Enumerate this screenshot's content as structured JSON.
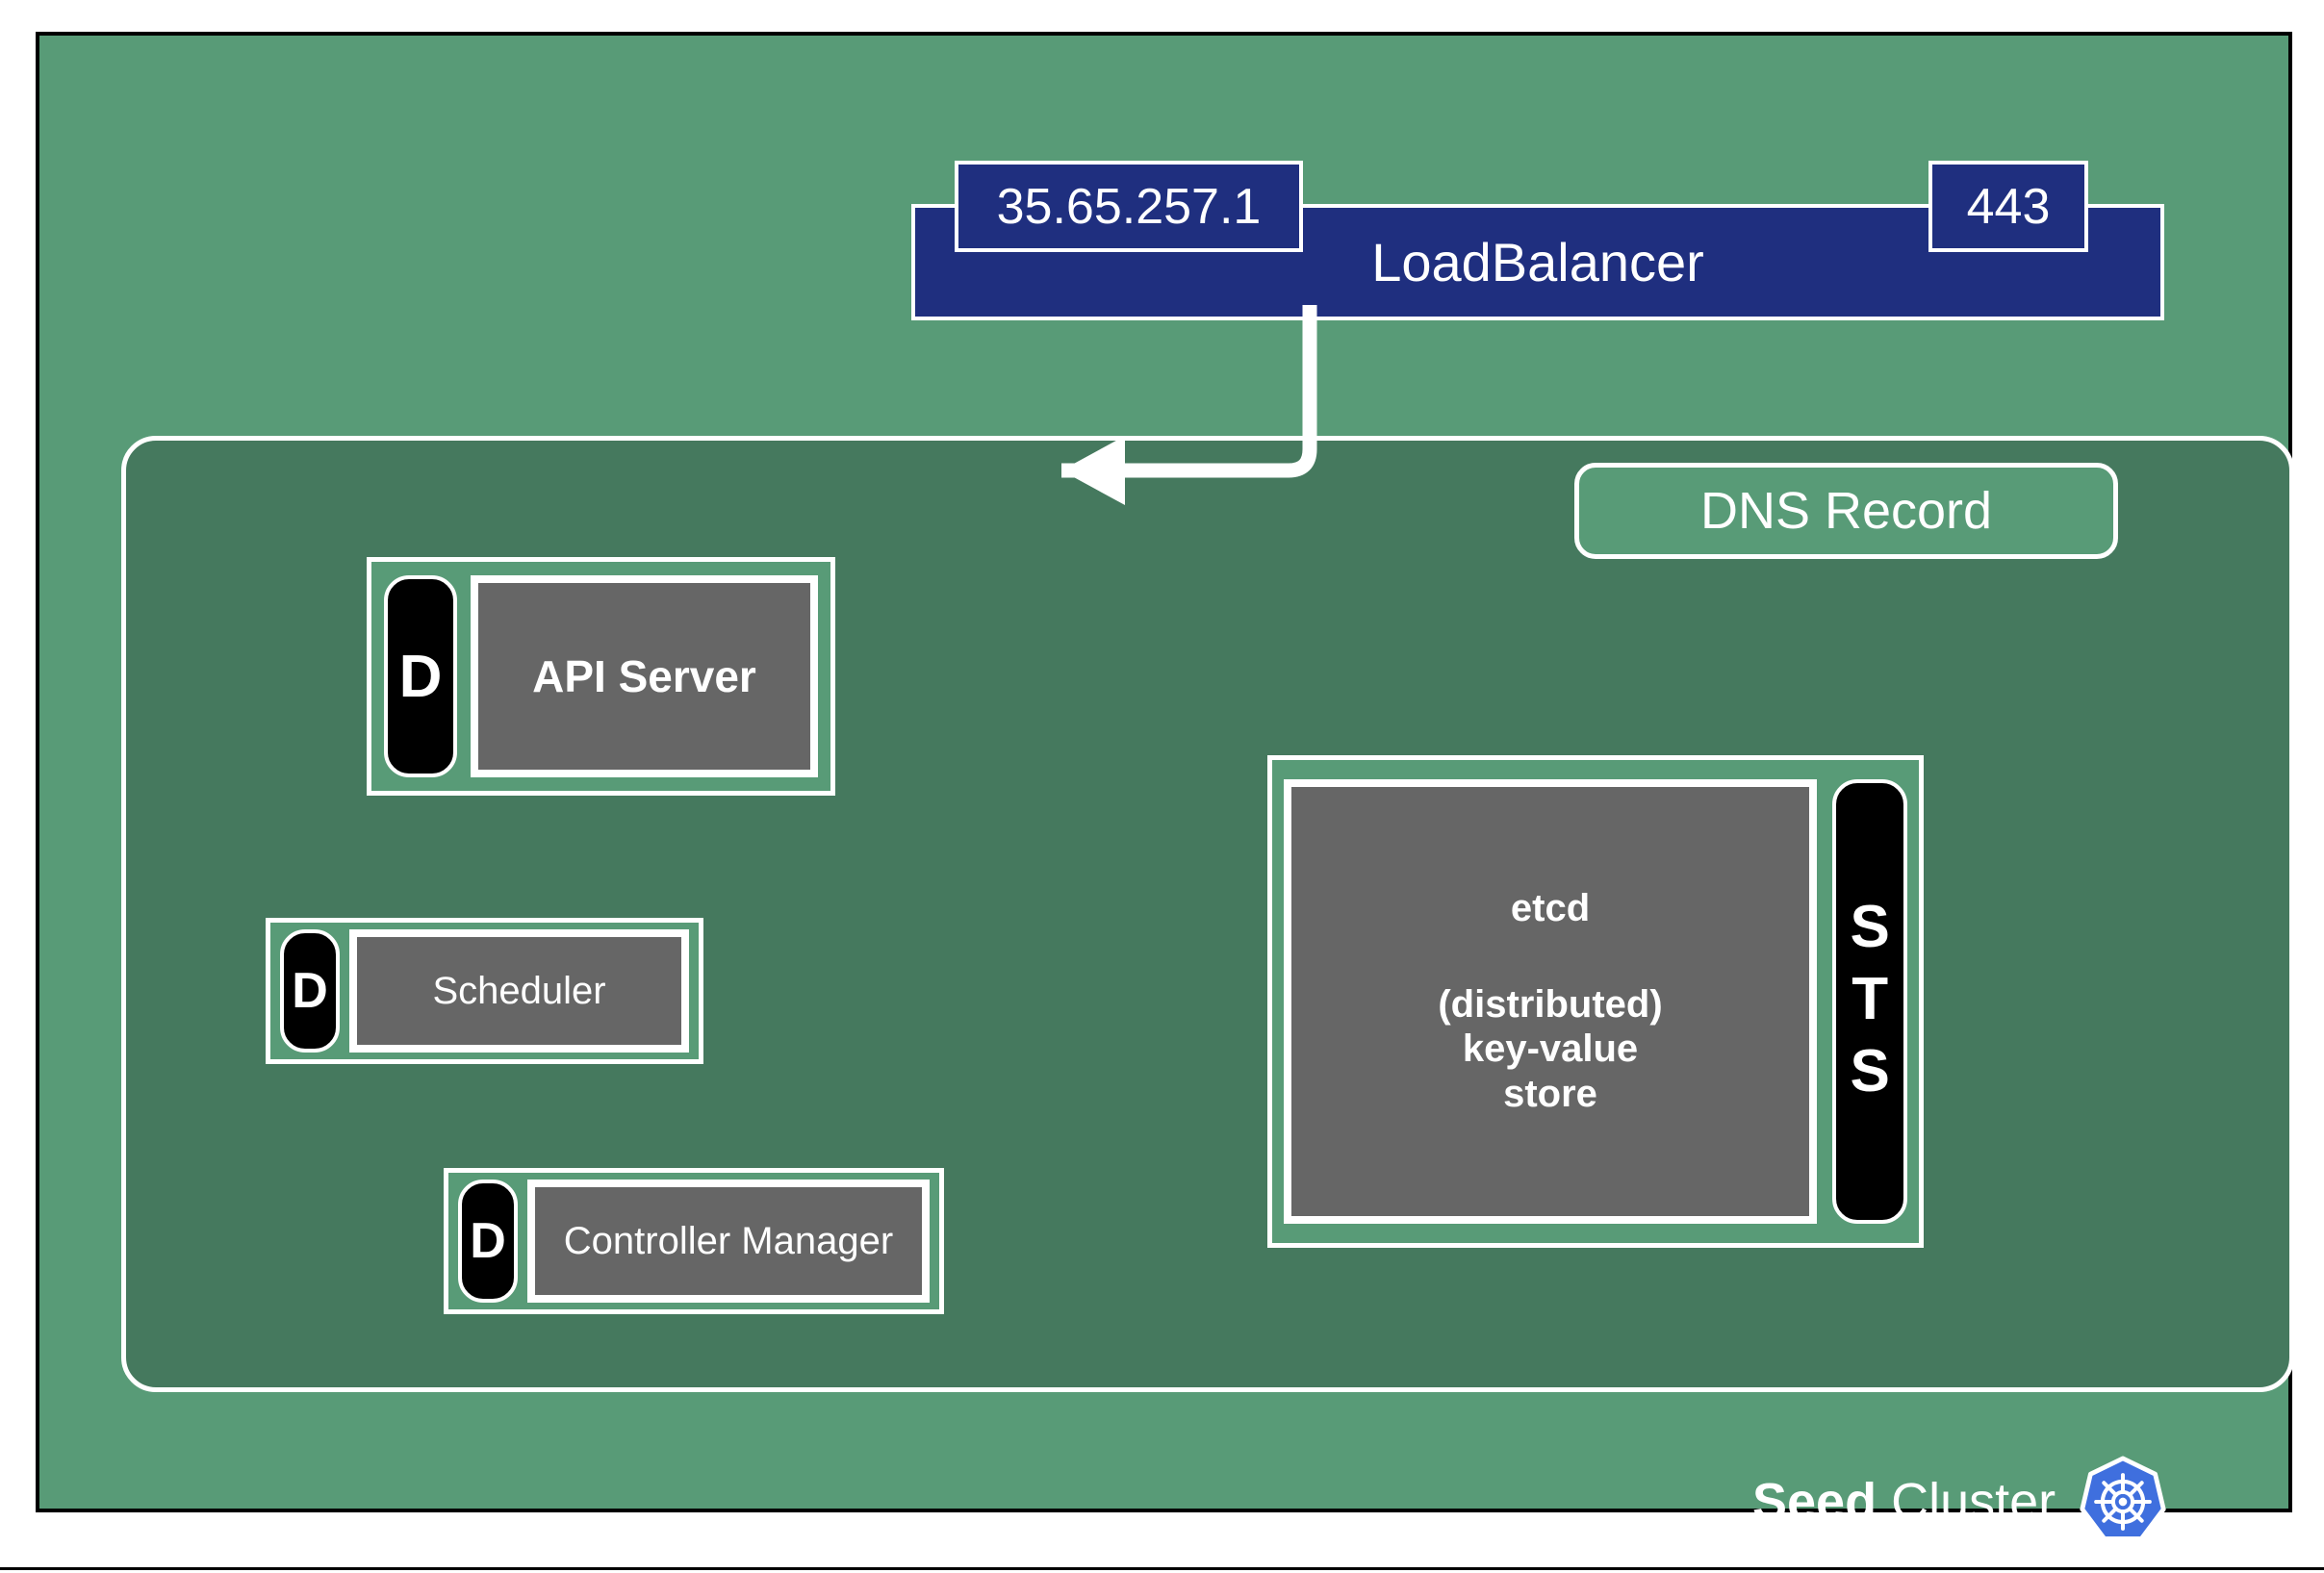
{
  "slide": {
    "background_color": "#589b77",
    "panel_color": "#45795e",
    "frame_border_color": "#000000"
  },
  "loadbalancer": {
    "label": "LoadBalancer",
    "ip_address": "35.65.257.1",
    "port": "443",
    "color": "#1f2f7f"
  },
  "dns": {
    "label": "DNS Record"
  },
  "connector": {
    "from": "LoadBalancer",
    "to": "API Server",
    "color": "#ffffff"
  },
  "components": [
    {
      "name": "API Server",
      "label": "API Server",
      "workload_kind": "D",
      "workload_kind_full": "Deployment",
      "badge_side": "left",
      "blue_color": "#4472c4",
      "box_color": "#666666",
      "bold": true
    },
    {
      "name": "Scheduler",
      "label": "Scheduler",
      "workload_kind": "D",
      "workload_kind_full": "Deployment",
      "badge_side": "left",
      "blue_color": "#4472c4",
      "box_color": "#666666",
      "bold": false
    },
    {
      "name": "Controller Manager",
      "label": "Controller Manager",
      "workload_kind": "D",
      "workload_kind_full": "Deployment",
      "badge_side": "left",
      "blue_color": "#4472c4",
      "box_color": "#666666",
      "bold": false
    },
    {
      "name": "etcd",
      "label": "etcd",
      "description_lines": [
        "(distributed)",
        "key-value",
        "store"
      ],
      "workload_kind": "STS",
      "workload_kind_full": "StatefulSet",
      "badge_side": "right",
      "blue_color": "#4472c4",
      "box_color": "#666666",
      "bold": true
    }
  ],
  "footer": {
    "title_strong": "Seed",
    "title_rest": " Cluster",
    "logo": "kubernetes-logo",
    "logo_color": "#3f6fde"
  },
  "icons": {
    "arrow": "arrow-left-icon",
    "kubernetes": "kubernetes-wheel-icon"
  }
}
